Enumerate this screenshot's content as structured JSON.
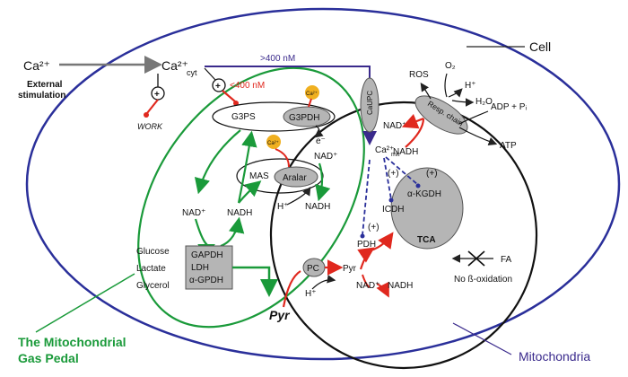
{
  "labels": {
    "cell": "Cell",
    "mitochondria": "Mitochondria",
    "gas_pedal_line1": "The Mitochondrial",
    "gas_pedal_line2": "Gas Pedal",
    "ca_ext": "Ca²⁺",
    "external_stimulation_line1": "External",
    "external_stimulation_line2": "stimulation",
    "ca_cyt": "Ca²⁺",
    "cyt_sub": "cyt",
    "plus": "+",
    "work": "WORK",
    "over_400": ">400 nM",
    "under_400": "<400 nM",
    "ca_badge": "Ca²⁺",
    "g3ps": "G3PS",
    "g3pdh": "G3PDH",
    "e_minus": "e⁻",
    "mas": "MAS",
    "aralar": "Aralar",
    "h_plus": "H⁺",
    "nad_plus": "NAD⁺",
    "nadh": "NADH",
    "mcu": "CaUPC",
    "resp_chain": "Resp. chain",
    "ros": "ROS",
    "o2": "O₂",
    "h2o": "H₂O",
    "adp_pi": "ADP + Pᵢ",
    "atp": "ATP",
    "ca_mit": "Ca²⁺",
    "mit_sub": "mit",
    "icdh": "ICDH",
    "akgdh": "α-KGDH",
    "tca": "TCA",
    "pdh": "PDH",
    "pyr": "Pyr",
    "pyr_bold": "Pyr",
    "pc": "PC",
    "fa": "FA",
    "no_beta_ox": "No ß-oxidation",
    "glucose": "Glucose",
    "lactate": "Lactate",
    "glycerol": "Glycerol",
    "gapdh": "GAPDH",
    "ldh": "LDH",
    "agpdh": "α-GPDH"
  },
  "colors": {
    "green": "#1a9a3a",
    "red": "#e0281e",
    "purple": "#3a2a8c",
    "blue_dash": "#2a2f9a",
    "gray": "#b5b5b5",
    "orange": "#f0b020",
    "dark": "#222222"
  }
}
